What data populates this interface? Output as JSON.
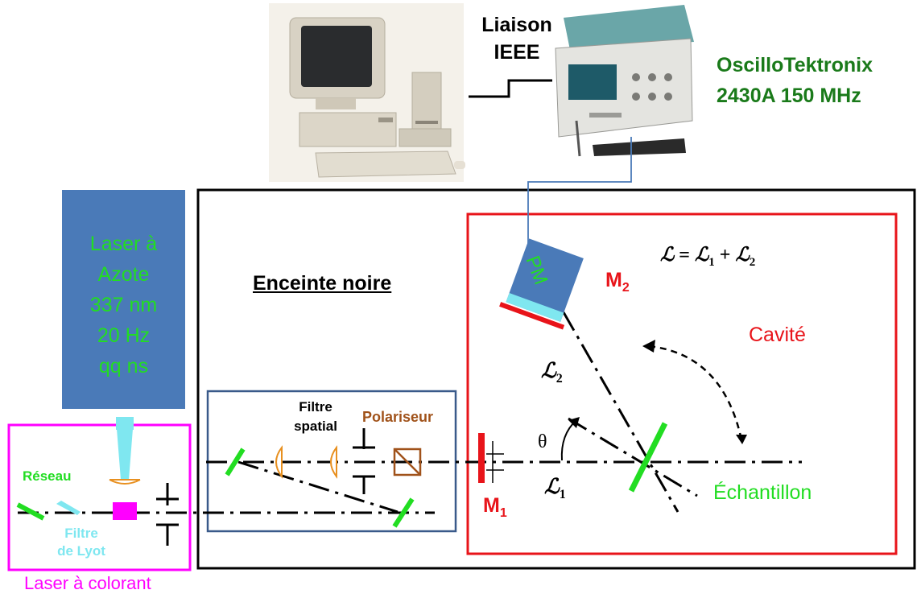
{
  "link": {
    "line1": "Liaison",
    "line2": "IEEE"
  },
  "scope": {
    "line1": "OscilloTektronix",
    "line2": "2430A 150 MHz"
  },
  "nitrogen_laser": {
    "lines": [
      "Laser à",
      "Azote",
      "337 nm",
      "20 Hz",
      "qq ns"
    ]
  },
  "enclosure": {
    "label": "Enceinte noire"
  },
  "dye_laser": {
    "label": "Laser à colorant",
    "grating": "Réseau",
    "lyot_line1": "Filtre",
    "lyot_line2": "de Lyot"
  },
  "spatial_filter": {
    "line1": "Filtre",
    "line2": "spatial"
  },
  "polarizer": {
    "label": "Polariseur"
  },
  "cavity": {
    "label": "Cavité",
    "pm": "PM",
    "m1": "M",
    "m1_sub": "1",
    "m2": "M",
    "m2_sub": "2",
    "length_eq": {
      "L": "ℒ",
      "eq": " = ",
      "L1": "ℒ",
      "s1": "1",
      "plus": " + ",
      "L2": "ℒ",
      "s2": "2"
    },
    "l1": "ℒ",
    "l1_sub": "1",
    "l2": "ℒ",
    "l2_sub": "2",
    "theta": "θ",
    "sample": "Échantillon"
  },
  "colors": {
    "green_label": "#1a7a1a",
    "bright_green": "#22dd22",
    "red": "#e8141a",
    "magenta": "#ff00ff",
    "pm_blue": "#4a7ab8",
    "cyan": "#7fe7f0",
    "brown": "#a0521a",
    "orange_lens": "#e89020"
  }
}
